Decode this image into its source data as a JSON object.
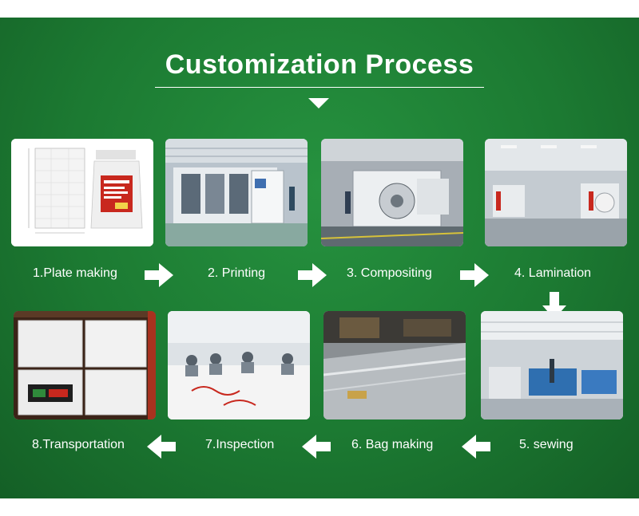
{
  "title": "Customization Process",
  "steps": [
    {
      "label": "1.Plate making",
      "image": "plate-making-photo"
    },
    {
      "label": "2. Printing",
      "image": "printing-photo"
    },
    {
      "label": "3. Compositing",
      "image": "compositing-photo"
    },
    {
      "label": "4. Lamination",
      "image": "lamination-photo"
    },
    {
      "label": "5. sewing",
      "image": "sewing-photo"
    },
    {
      "label": "6. Bag making",
      "image": "bag-making-photo"
    },
    {
      "label": "7.Inspection",
      "image": "inspection-photo"
    },
    {
      "label": "8.Transportation",
      "image": "transportation-photo"
    }
  ],
  "colors": {
    "background": "#1c7a32",
    "text": "#ffffff",
    "accent_red": "#c8281e"
  }
}
